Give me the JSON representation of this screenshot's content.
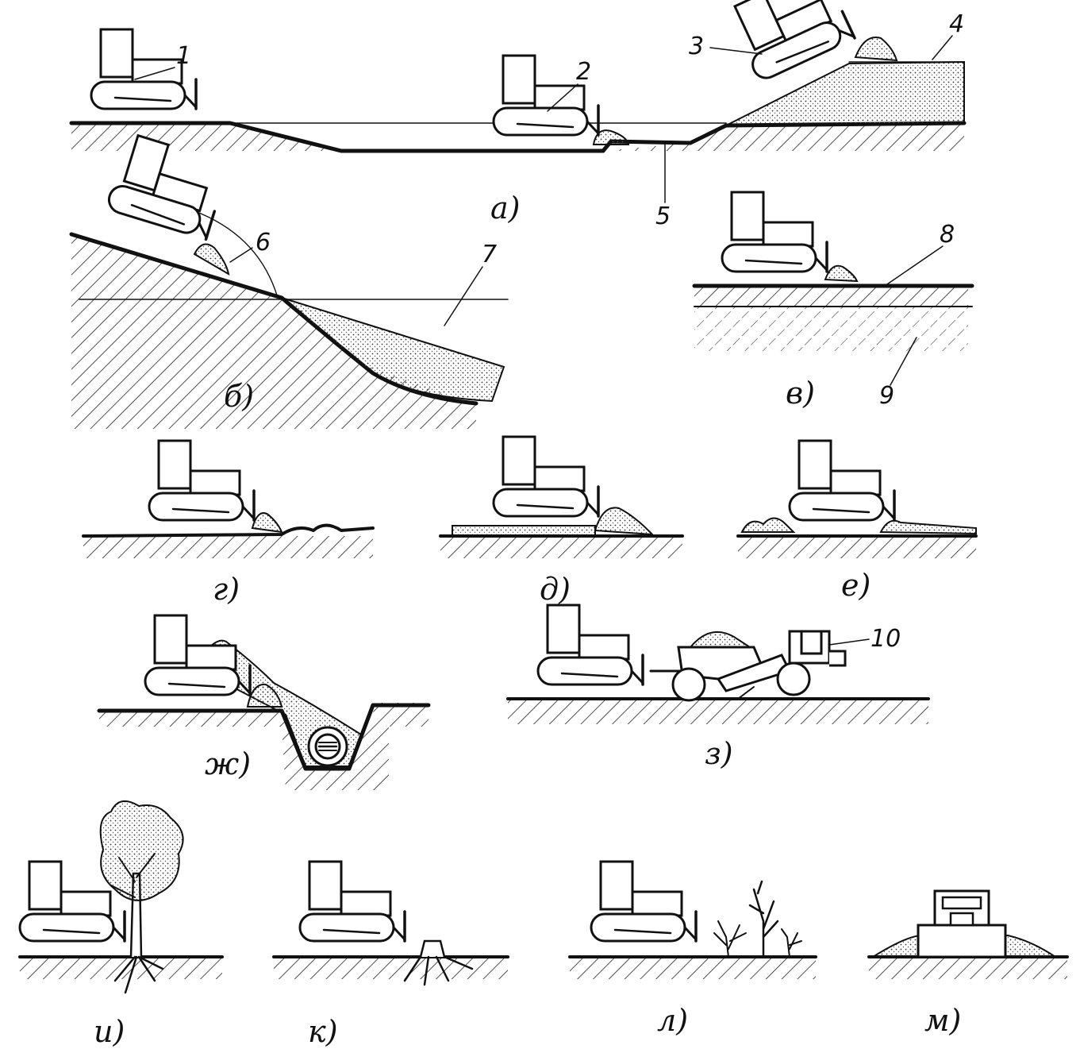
{
  "figure": {
    "panel_labels": {
      "a": "а)",
      "b": "б)",
      "v": "в)",
      "g": "г)",
      "d": "д)",
      "e": "е)",
      "zh": "ж)",
      "z": "з)",
      "i": "и)",
      "k": "к)",
      "l": "л)",
      "m": "м)"
    },
    "callouts": [
      "1",
      "2",
      "3",
      "4",
      "5",
      "6",
      "7",
      "8",
      "9",
      "10"
    ]
  }
}
